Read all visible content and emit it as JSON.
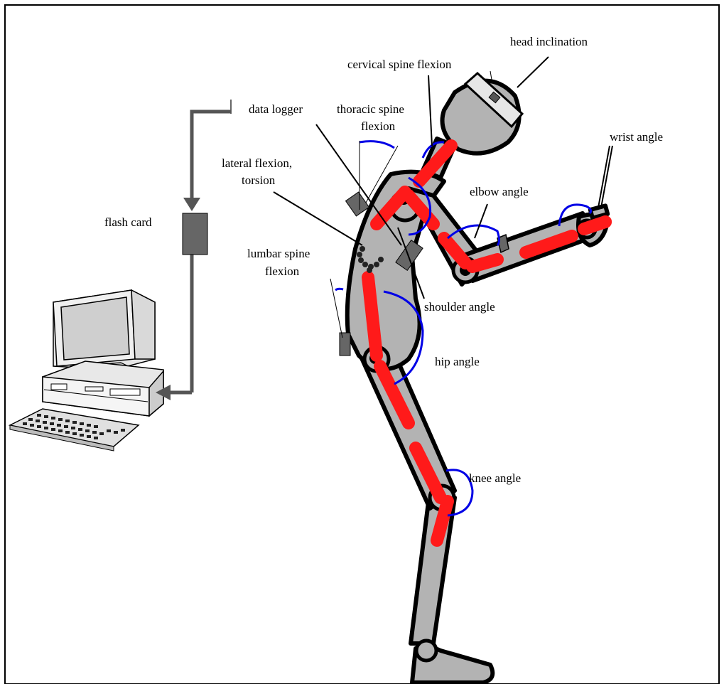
{
  "figure": {
    "labels": {
      "head_inclination": "head inclination",
      "cervical_spine_flexion": "cervical spine flexion",
      "data_logger": "data logger",
      "thoracic_spine_flexion_l1": "thoracic spine",
      "thoracic_spine_flexion_l2": "flexion",
      "wrist_angle": "wrist angle",
      "lateral_flexion_l1": "lateral flexion,",
      "lateral_flexion_l2": "torsion",
      "elbow_angle": "elbow angle",
      "flash_card": "flash card",
      "lumbar_spine_l1": "lumbar spine",
      "lumbar_spine_l2": "flexion",
      "shoulder_angle": "shoulder angle",
      "hip_angle": "hip angle",
      "knee_angle": "knee angle"
    },
    "colors": {
      "body_fill": "#b3b3b3",
      "segment_red": "#ff1a1a",
      "angle_blue": "#0000e6",
      "device_dark": "#666666",
      "arrow_gray": "#555555"
    },
    "icons": [
      "computer-icon",
      "keyboard-icon",
      "flash-card-icon",
      "data-logger-icon"
    ]
  }
}
